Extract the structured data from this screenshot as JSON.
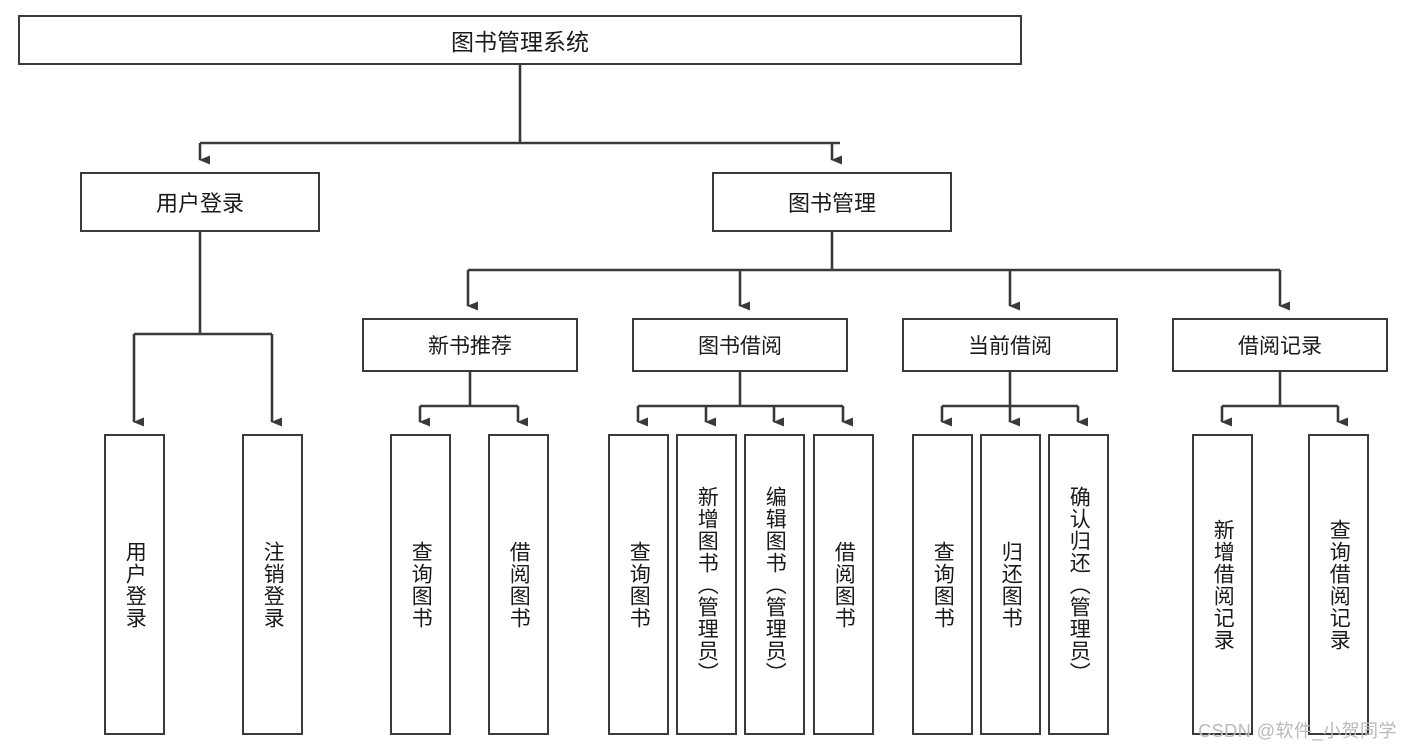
{
  "diagram": {
    "title": "图书管理系统",
    "watermark": "CSDN @软件_小贺同学",
    "root": {
      "label": "图书管理系统"
    },
    "level1": [
      {
        "label": "用户登录"
      },
      {
        "label": "图书管理"
      }
    ],
    "level2": [
      {
        "label": "新书推荐"
      },
      {
        "label": "图书借阅"
      },
      {
        "label": "当前借阅"
      },
      {
        "label": "借阅记录"
      }
    ],
    "leaves": {
      "user_login": [
        {
          "label": "用户登录"
        },
        {
          "label": "注销登录"
        }
      ],
      "new_book_recommend": [
        {
          "label": "查询图书"
        },
        {
          "label": "借阅图书"
        }
      ],
      "book_borrow": [
        {
          "label": "查询图书"
        },
        {
          "label": "新增图书（管理员）"
        },
        {
          "label": "编辑图书（管理员）"
        },
        {
          "label": "借阅图书"
        }
      ],
      "current_borrow": [
        {
          "label": "查询图书"
        },
        {
          "label": "归还图书"
        },
        {
          "label": "确认归还（管理员）"
        }
      ],
      "borrow_record": [
        {
          "label": "新增借阅记录"
        },
        {
          "label": "查询借阅记录"
        }
      ]
    }
  },
  "colors": {
    "stroke": "#3a3a3a",
    "text": "#1a1a1a",
    "background": "#ffffff",
    "watermark": "#b9b9b9"
  }
}
